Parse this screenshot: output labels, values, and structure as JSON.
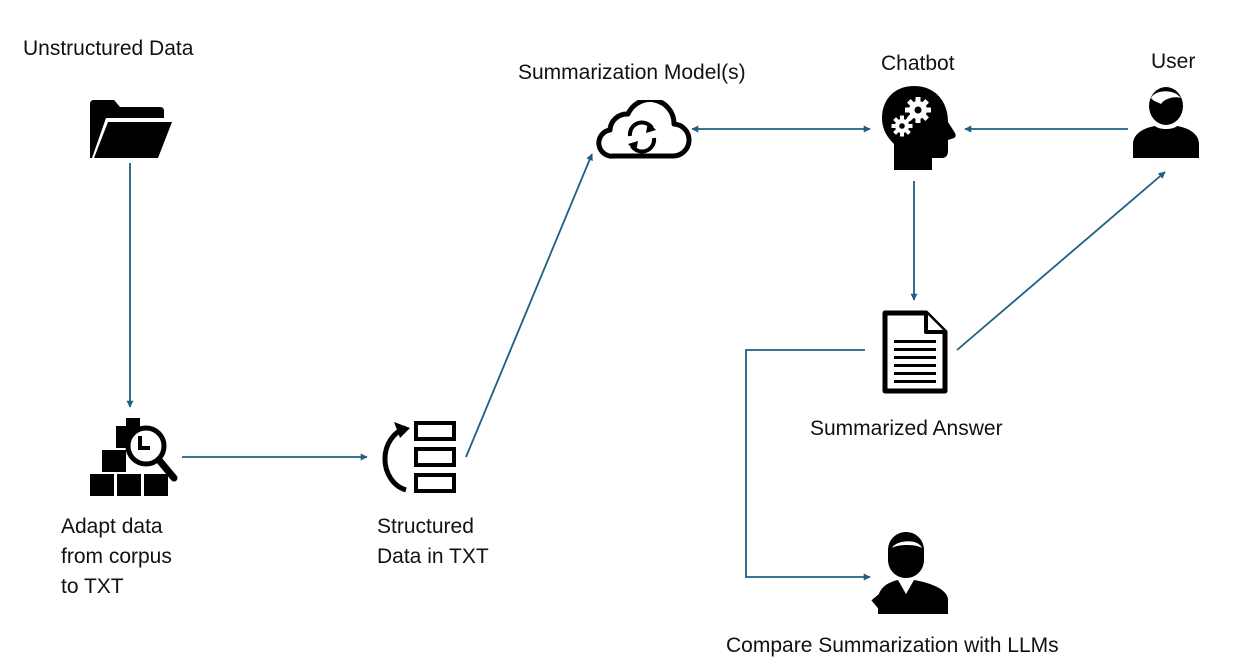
{
  "nodes": {
    "unstructured": {
      "label": "Unstructured Data",
      "icon": "folder-open-icon"
    },
    "adapt": {
      "label_lines": [
        "Adapt data",
        "from corpus",
        "to TXT"
      ],
      "icon": "search-blocks-icon"
    },
    "structured": {
      "label_lines": [
        "Structured",
        "Data in TXT"
      ],
      "icon": "structured-data-icon"
    },
    "summarization": {
      "label": "Summarization Model(s)",
      "icon": "cloud-sync-icon"
    },
    "chatbot": {
      "label": "Chatbot",
      "icon": "brain-gears-icon"
    },
    "user": {
      "label": "User",
      "icon": "user-icon"
    },
    "answer": {
      "label": "Summarized Answer",
      "icon": "document-icon"
    },
    "compare": {
      "label": "Compare Summarization with LLMs",
      "icon": "judge-icon"
    }
  },
  "colors": {
    "arrow": "#1f5f82",
    "icon": "#000000",
    "text": "#111111"
  }
}
